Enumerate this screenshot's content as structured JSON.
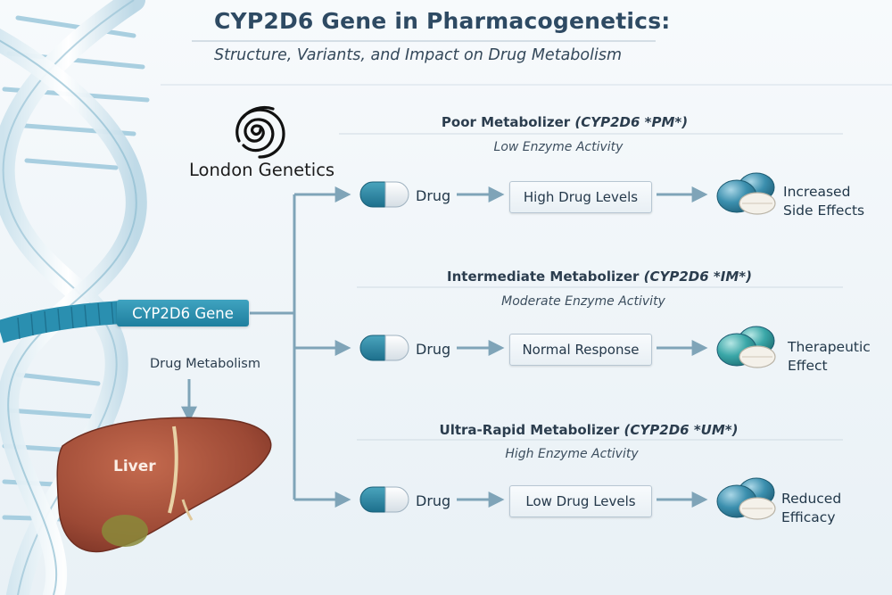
{
  "title": "CYP2D6 Gene in Pharmacogenetics:",
  "subtitle": "Structure, Variants, and Impact on Drug Metabolism",
  "brand": {
    "name": "London Genetics",
    "logo_icon": "spiral-logo-icon"
  },
  "gene": {
    "label": "CYP2D6 Gene",
    "pathway_label": "Drug Metabolism",
    "organ_label": "Liver"
  },
  "colors": {
    "accent": "#2a8fb0",
    "title": "#2e4a63",
    "arrow": "#7fa4b8",
    "liver": "#a8553f"
  },
  "phenotypes": [
    {
      "name": "Poor Metabolizer",
      "allele": "(CYP2D6 *PM*)",
      "activity": "Low Enzyme Activity",
      "input": "Drug",
      "effect": "High Drug Levels",
      "outcome_line1": "Increased",
      "outcome_line2": "Side Effects"
    },
    {
      "name": "Intermediate Metabolizer",
      "allele": "(CYP2D6 *IM*)",
      "activity": "Moderate Enzyme Activity",
      "input": "Drug",
      "effect": "Normal Response",
      "outcome_line1": "Therapeutic",
      "outcome_line2": "Effect"
    },
    {
      "name": "Ultra-Rapid Metabolizer",
      "allele": "(CYP2D6 *UM*)",
      "activity": "High Enzyme Activity",
      "input": "Drug",
      "effect": "Low Drug Levels",
      "outcome_line1": "Reduced",
      "outcome_line2": "Efficacy"
    }
  ]
}
